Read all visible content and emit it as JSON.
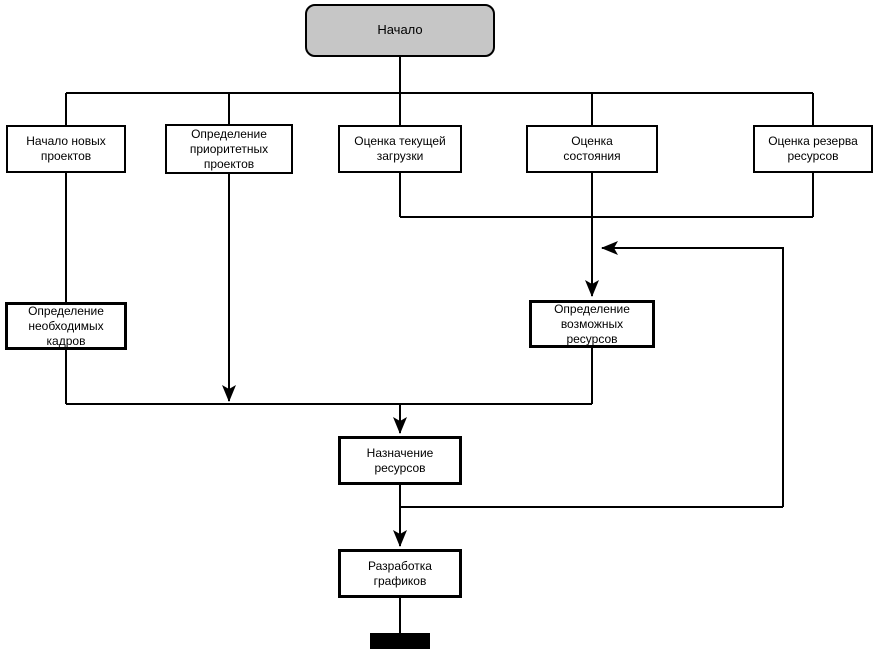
{
  "diagram": {
    "kind": "flowchart",
    "colors": {
      "background": "#ffffff",
      "line": "#000000",
      "process_fill": "#ffffff",
      "terminator_fill": "#c6c6c6",
      "end_fill": "#000000",
      "text": "#000000"
    },
    "nodes": [
      {
        "id": "start",
        "type": "terminator",
        "label": "Начало"
      },
      {
        "id": "new-projects",
        "type": "process",
        "label": "Начало новых\nпроектов"
      },
      {
        "id": "priority-projects",
        "type": "process",
        "label": "Определение\nприоритетных\nпроектов"
      },
      {
        "id": "current-load",
        "type": "process",
        "label": "Оценка текущей\nзагрузки"
      },
      {
        "id": "status-assessment",
        "type": "process",
        "label": "Оценка\nсостояния"
      },
      {
        "id": "reserve-assessment",
        "type": "process",
        "label": "Оценка резерва\nресурсов"
      },
      {
        "id": "required-staff",
        "type": "process",
        "label": "Определение\nнеобходимых кадров"
      },
      {
        "id": "possible-resources",
        "type": "process",
        "label": "Определение\nвозможных ресурсов"
      },
      {
        "id": "assign-resources",
        "type": "process",
        "label": "Назначение\nресурсов"
      },
      {
        "id": "develop-schedules",
        "type": "process",
        "label": "Разработка\nграфиков"
      },
      {
        "id": "end",
        "type": "end-bar",
        "label": ""
      }
    ],
    "edges": [
      {
        "from": "start",
        "to": "new-projects",
        "arrow": false
      },
      {
        "from": "start",
        "to": "priority-projects",
        "arrow": false
      },
      {
        "from": "start",
        "to": "current-load",
        "arrow": false
      },
      {
        "from": "start",
        "to": "status-assessment",
        "arrow": false
      },
      {
        "from": "start",
        "to": "reserve-assessment",
        "arrow": false
      },
      {
        "from": "new-projects",
        "to": "required-staff",
        "arrow": false
      },
      {
        "from": "current-load",
        "to": "possible-resources",
        "arrow": false
      },
      {
        "from": "reserve-assessment",
        "to": "possible-resources",
        "arrow": false
      },
      {
        "from": "status-assessment",
        "to": "possible-resources",
        "arrow": true
      },
      {
        "from": "priority-projects",
        "to": "assign-resources",
        "arrow": true
      },
      {
        "from": "required-staff",
        "to": "assign-resources",
        "arrow": true
      },
      {
        "from": "possible-resources",
        "to": "assign-resources",
        "arrow": true
      },
      {
        "from": "assign-resources",
        "to": "possible-resources",
        "arrow": true,
        "note": "feedback loop"
      },
      {
        "from": "assign-resources",
        "to": "develop-schedules",
        "arrow": true
      },
      {
        "from": "develop-schedules",
        "to": "end",
        "arrow": false
      }
    ]
  }
}
